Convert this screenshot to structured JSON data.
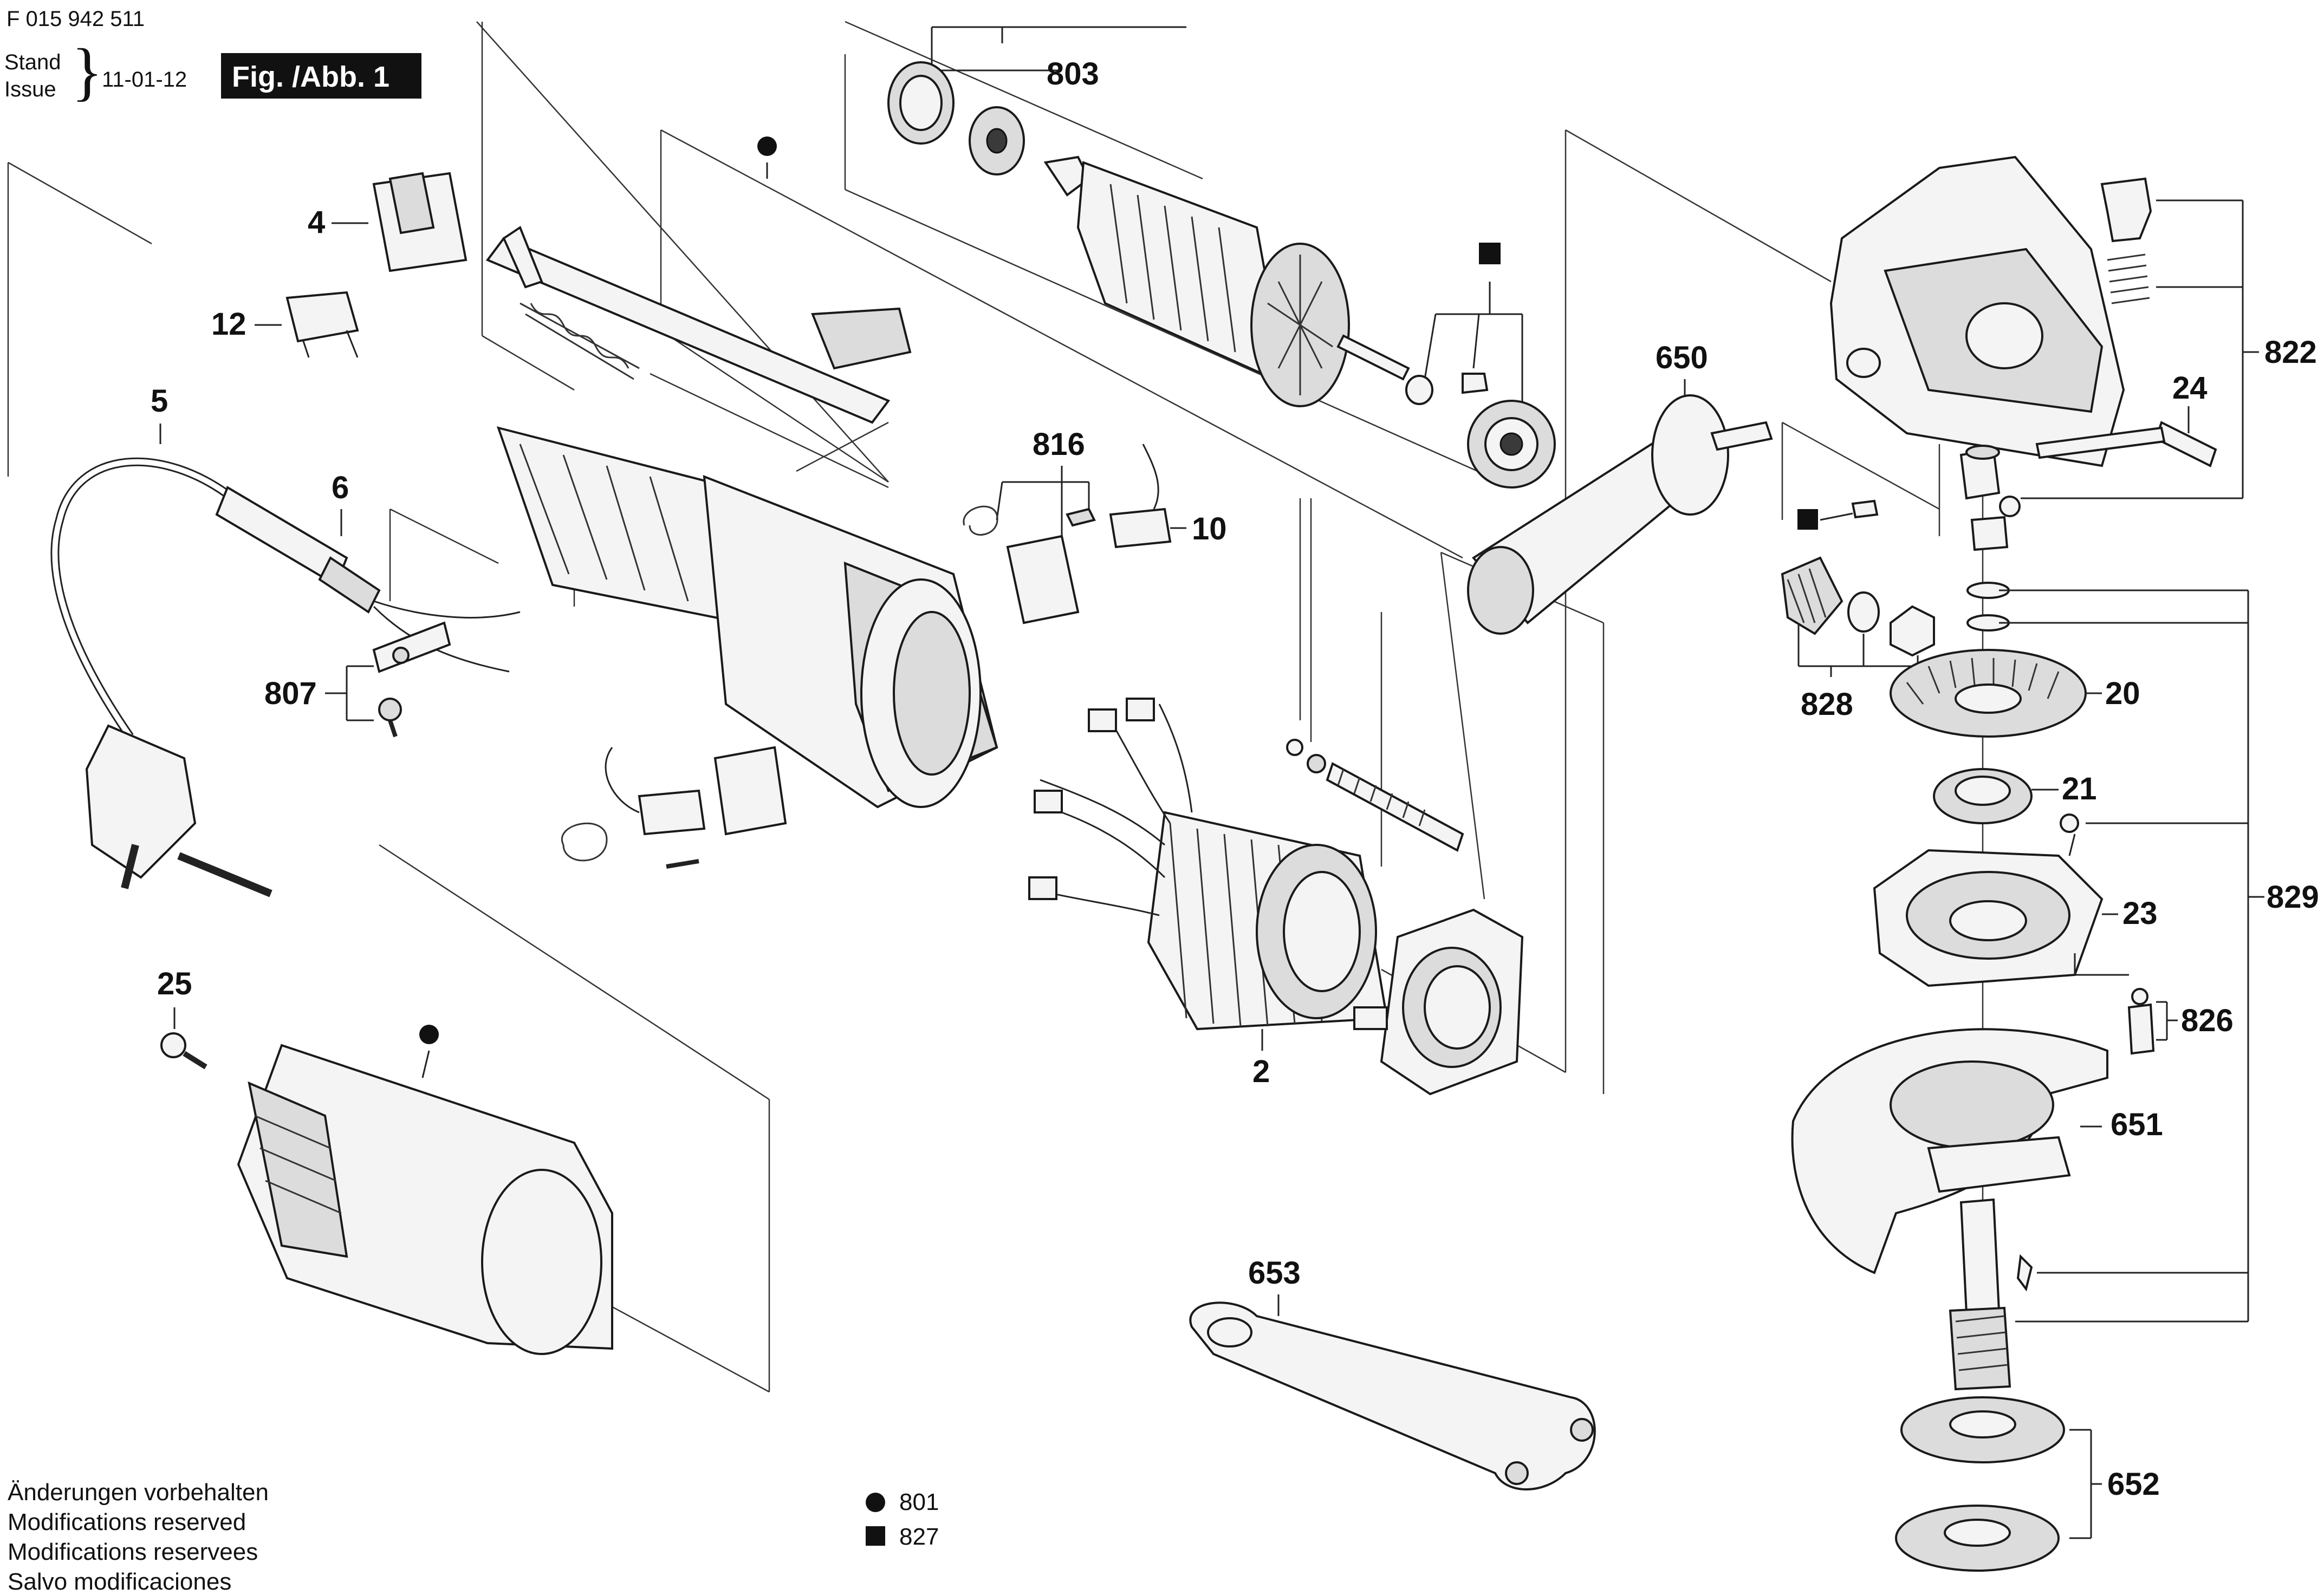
{
  "header": {
    "part_number": "F 015 942 511",
    "stand": "Stand",
    "issue": "Issue",
    "brace": "}",
    "date": "11-01-12",
    "figure": "Fig. /Abb. 1"
  },
  "labels": {
    "p803": "803",
    "p4": "4",
    "p12": "12",
    "p5": "5",
    "p6": "6",
    "p807": "807",
    "p816": "816",
    "p10": "10",
    "p650": "650",
    "p822": "822",
    "p24": "24",
    "p828": "828",
    "p20": "20",
    "p21": "21",
    "p23": "23",
    "p829": "829",
    "p826": "826",
    "p651": "651",
    "p2": "2",
    "p25": "25",
    "p653": "653",
    "p652": "652"
  },
  "footer": {
    "notes": [
      "Änderungen vorbehalten",
      "Modifications reserved",
      "Modifications reservees",
      "Salvo modificaciones"
    ],
    "legend": [
      {
        "symbol": "circle",
        "code": "801"
      },
      {
        "symbol": "square",
        "code": "827"
      }
    ]
  }
}
